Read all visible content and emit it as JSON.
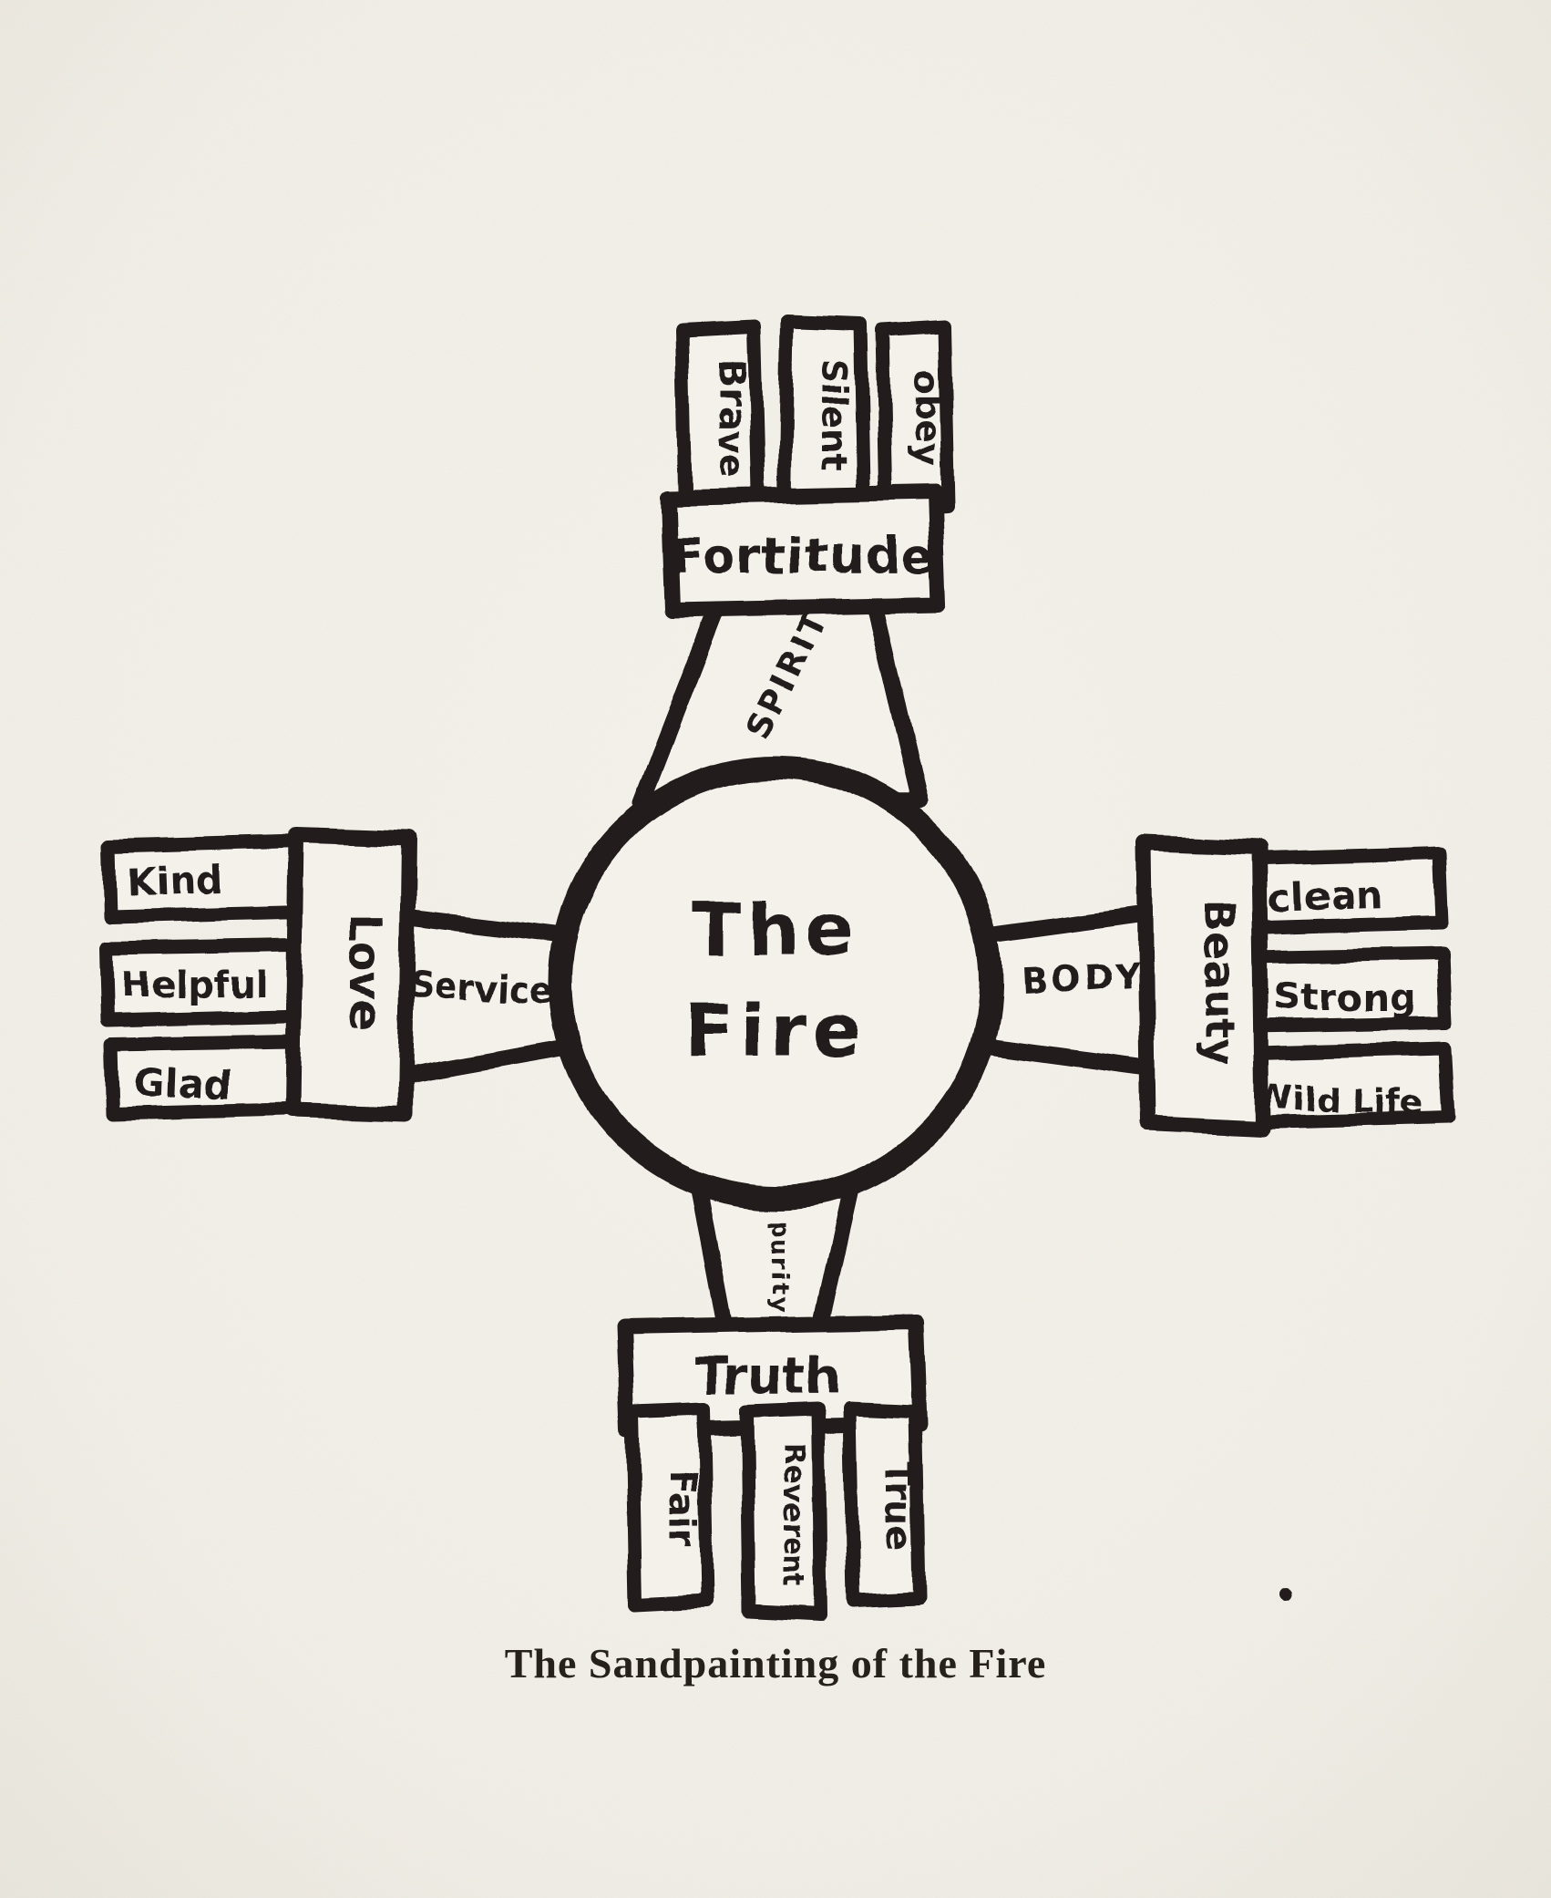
{
  "figure": {
    "caption": "The Sandpainting of the Fire",
    "center": {
      "line1": "The",
      "line2": "Fire"
    },
    "arms": {
      "top": {
        "connector": "SPIRIT",
        "block": "Fortitude",
        "prongs": [
          "Brave",
          "Silent",
          "obey"
        ]
      },
      "left": {
        "connector": "Service",
        "block": "Love",
        "prongs": [
          "Kind",
          "Helpful",
          "Glad"
        ]
      },
      "right": {
        "connector": "BODY",
        "block": "Beauty",
        "prongs": [
          "clean",
          "Strong",
          "Wild Life"
        ]
      },
      "bottom": {
        "connector": "purity",
        "block": "Truth",
        "prongs": [
          "Fair",
          "Reverent",
          "True"
        ]
      }
    },
    "colors": {
      "ink": "#241f1a",
      "paper": "#f2efe8"
    }
  }
}
